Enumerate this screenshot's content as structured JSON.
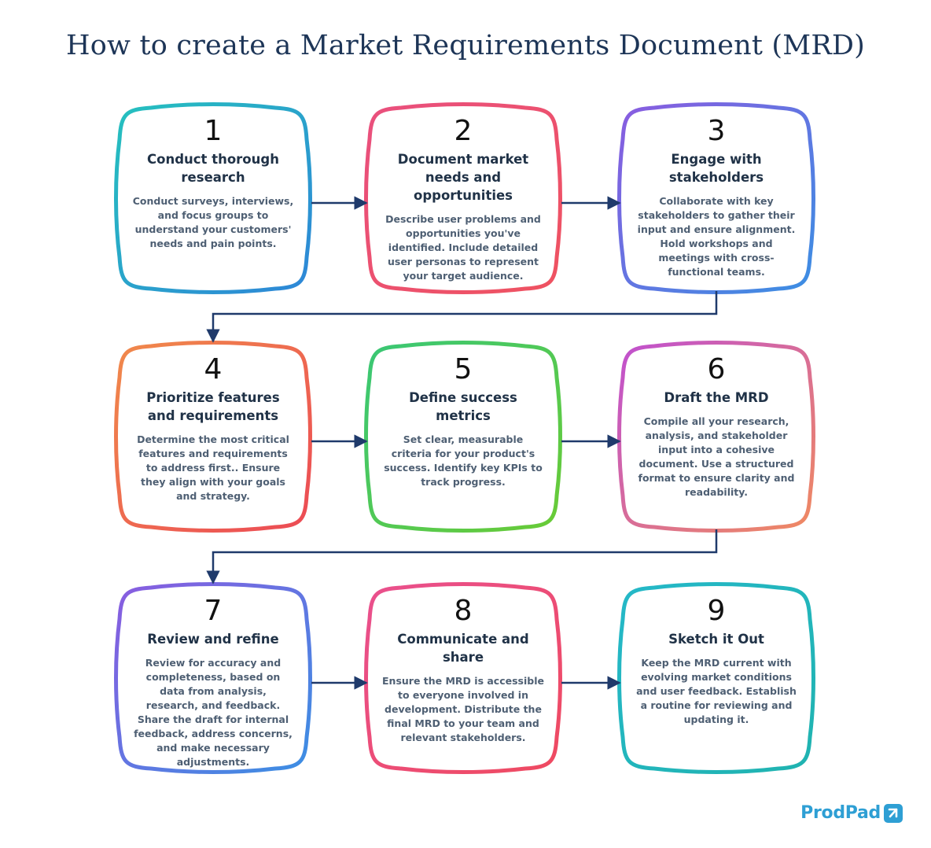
{
  "title": "How to create a Market Requirements Document (MRD)",
  "steps": [
    {
      "number": "1",
      "title": "Conduct thorough research",
      "description": "Conduct surveys, interviews, and focus groups to understand your customers' needs and pain points.",
      "colors": [
        "#25c1be",
        "#2e86d8"
      ]
    },
    {
      "number": "2",
      "title": "Document market needs and opportunities",
      "description": "Describe user problems and opportunities you've identified. Include detailed user personas to represent your target audience.",
      "colors": [
        "#e9507e",
        "#ef5260"
      ]
    },
    {
      "number": "3",
      "title": "Engage with stakeholders",
      "description": "Collaborate with key stakeholders to gather their input and ensure alignment. Hold workshops and meetings with cross-functional teams.",
      "colors": [
        "#8a5ce0",
        "#3b8fe3"
      ]
    },
    {
      "number": "4",
      "title": "Prioritize features and requirements",
      "description": "Determine the most critical features and requirements to address first.. Ensure they align with your goals and strategy.",
      "colors": [
        "#f08a4b",
        "#ec4a55"
      ]
    },
    {
      "number": "5",
      "title": "Define success metrics",
      "description": "Set clear, measurable criteria for your product's success. Identify key KPIs to track progress.",
      "colors": [
        "#39c776",
        "#6acb35"
      ]
    },
    {
      "number": "6",
      "title": "Draft the MRD",
      "description": "Compile all your research, analysis, and stakeholder input into a cohesive document. Use a structured format to ensure clarity and readability.",
      "colors": [
        "#c050d0",
        "#f08a60"
      ]
    },
    {
      "number": "7",
      "title": "Review and refine",
      "description": "Review for accuracy and completeness, based on data from analysis, research, and feedback. Share the draft for internal feedback, address concerns, and make necessary adjustments.",
      "colors": [
        "#8a5ce0",
        "#3b8fe3"
      ]
    },
    {
      "number": "8",
      "title": "Communicate and share",
      "description": "Ensure the MRD is accessible to everyone involved in development. Distribute the final MRD to your team and relevant stakeholders.",
      "colors": [
        "#e9508e",
        "#ef4a60"
      ]
    },
    {
      "number": "9",
      "title": "Sketch it Out",
      "description": "Keep the MRD current with evolving market conditions and user feedback. Establish a routine for reviewing and updating it.",
      "colors": [
        "#25b8c8",
        "#20b3b0"
      ]
    }
  ],
  "arrow_color": "#1f3a6b",
  "logo": {
    "text": "ProdPad",
    "color": "#2e9fd4"
  }
}
